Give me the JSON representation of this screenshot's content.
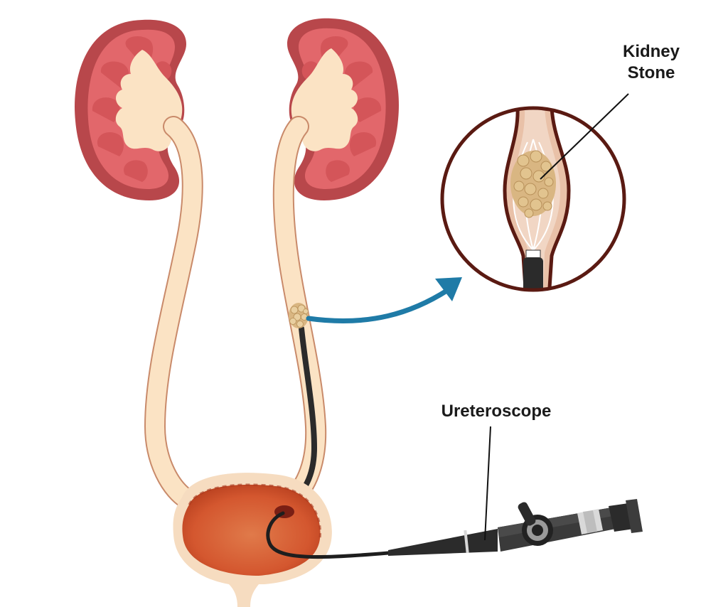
{
  "labels": {
    "kidney_stone_line1": "Kidney",
    "kidney_stone_line2": "Stone",
    "ureteroscope": "Ureteroscope"
  },
  "colors": {
    "kidney_outer": "#b8474b",
    "kidney_cortex": "#e2676b",
    "kidney_medulla": "#d45559",
    "pelvis": "#fbe3c4",
    "ureter_fill": "#fbe3c4",
    "ureter_edge": "#c98a6a",
    "bladder_outer": "#f6dcc0",
    "bladder_inner": "#d4572f",
    "stone": "#d9b682",
    "arrow": "#1f7ba7",
    "scope_body": "#2b2b2b",
    "zoom_border": "#5a1a12"
  }
}
